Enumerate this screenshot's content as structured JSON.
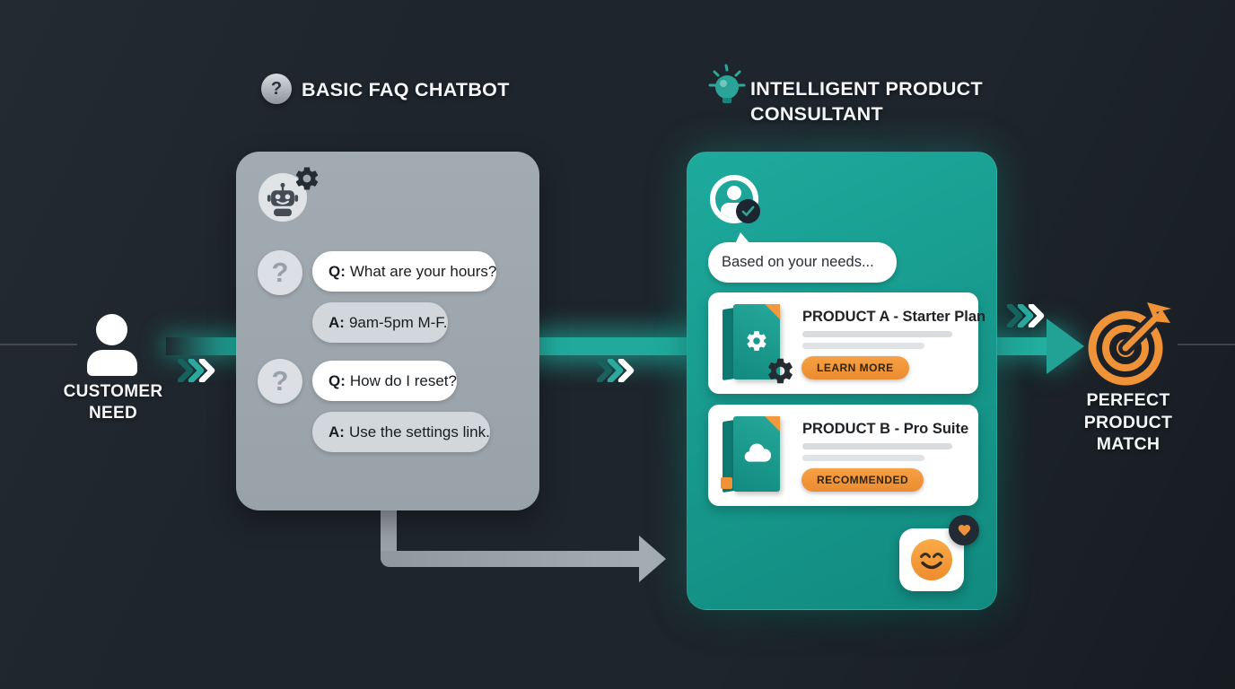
{
  "headings": {
    "faq": {
      "label": "BASIC FAQ CHATBOT"
    },
    "consultant": {
      "label": "INTELLIGENT PRODUCT CONSULTANT"
    }
  },
  "flow": {
    "start": {
      "label": "CUSTOMER NEED"
    },
    "end": {
      "label": "PERFECT PRODUCT MATCH"
    }
  },
  "glyphs": {
    "question_mark": "?"
  },
  "faq_card": {
    "qa": [
      {
        "q_prefix": "Q:",
        "q_text": "What are your hours?",
        "a_prefix": "A:",
        "a_text": "9am-5pm M-F."
      },
      {
        "q_prefix": "Q:",
        "q_text": "How do I reset?",
        "a_prefix": "A:",
        "a_text": "Use the settings link."
      }
    ]
  },
  "consultant_card": {
    "greeting": "Based on your needs...",
    "products": [
      {
        "title": "PRODUCT A - Starter Plan",
        "cta": "LEARN MORE",
        "box_icon": "gear"
      },
      {
        "title": "PRODUCT B - Pro Suite",
        "cta": "RECOMMENDED",
        "box_icon": "cloud"
      }
    ]
  },
  "colors": {
    "background": "#1E252C",
    "teal": "#1CA094",
    "teal_bright": "#2BB3A6",
    "orange": "#F09238",
    "gray_card": "#9EA6AE",
    "dark_badge": "#1F2933",
    "white": "#FFFFFF"
  }
}
